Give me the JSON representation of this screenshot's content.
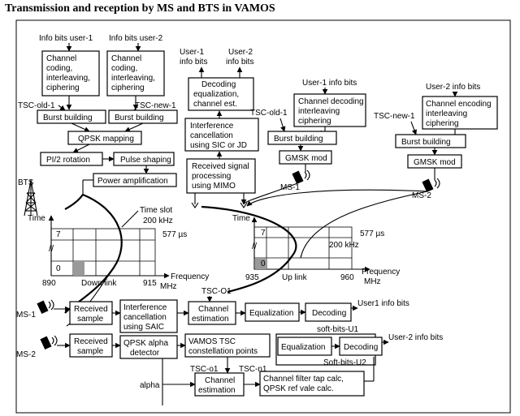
{
  "title": "Transmission and reception by MS and BTS in VAMOS",
  "tx": {
    "info_user1": "Info bits user-1",
    "info_user2": "Info bits user-2",
    "coding1": [
      "Channel",
      "coding,",
      "interleaving,",
      "ciphering"
    ],
    "coding2": [
      "Channel",
      "coding,",
      "interleaving,",
      "ciphering"
    ],
    "tsc_old1": "TSC-old-1",
    "tsc_new1": "TSC-new-1",
    "burst1": "Burst building",
    "burst2": "Burst building",
    "qpsk": "QPSK mapping",
    "rotation": "PI/2 rotation",
    "pulse": "Pulse shaping",
    "power": "Power amplification",
    "bts": "BTS"
  },
  "rx_bts": {
    "user1": [
      "User-1",
      "info bits"
    ],
    "user2": [
      "User-2",
      "info bits"
    ],
    "decoding": [
      "Decoding",
      "equalization,",
      "channel est."
    ],
    "interference": [
      "Interference",
      "cancellation",
      "using SIC or JD"
    ],
    "received": [
      "Received signal",
      "processing",
      "using MIMO"
    ]
  },
  "ms1_tx": {
    "info": "User-1 info bits",
    "decoding": [
      "Channel decoding",
      "interleaving",
      "ciphering"
    ],
    "tsc": "TSC-old-1",
    "burst": "Burst building",
    "gmsk": "GMSK mod",
    "label": "MS-1"
  },
  "ms2_tx": {
    "info": "User-2 info bits",
    "encoding": [
      "Channel encoding",
      "interleaving",
      "ciphering"
    ],
    "tsc": "TSC-new-1",
    "burst": "Burst building",
    "gmsk": "GMSK mod",
    "label": "MS-2"
  },
  "downlink": {
    "time": "Time",
    "slot": "Time slot",
    "khz": "200 kHz",
    "us": "577 µs",
    "row7": "7",
    "row0": "0",
    "f_start": "890",
    "link": "Down link",
    "f_end": "915",
    "freq": "Frequency",
    "unit": "MHz"
  },
  "uplink": {
    "time": "Time",
    "us": "577 µs",
    "khz": "200 kHz",
    "row7": "7",
    "row0": "0",
    "f_start": "935",
    "link": "Up link",
    "f_end": "960",
    "freq": "Frequency",
    "unit": "MHz"
  },
  "ms_rx": {
    "ms1": "MS-1",
    "ms2": "MS-2",
    "received1": [
      "Received",
      "sample"
    ],
    "received2": [
      "Received",
      "sample"
    ],
    "saic": [
      "Interference",
      "cancellation",
      "using SAIC"
    ],
    "tsc_o1_top": "TSC-O1",
    "chest1": [
      "Channel",
      "estimation"
    ],
    "equalization1": "Equalization",
    "decoding1": "Decoding",
    "user1_out": "User1 info bits",
    "qpsk_alpha": [
      "QPSK alpha",
      "detector"
    ],
    "vamos_tsc": [
      "VAMOS TSC",
      "constellation points"
    ],
    "soft_u1": "soft-bits-U1",
    "equalization2": "Equalization",
    "decoding2": "Decoding",
    "user2_out": "User-2 info bits",
    "soft_u2": "Soft-bits-U2",
    "tsc_o1": "TSC-o1",
    "tsc_n1": "TSC-n1",
    "chest2": [
      "Channel",
      "estimation"
    ],
    "filter": [
      "Channel filter tap calc,",
      "QPSK ref vale calc."
    ],
    "alpha": "alpha"
  }
}
